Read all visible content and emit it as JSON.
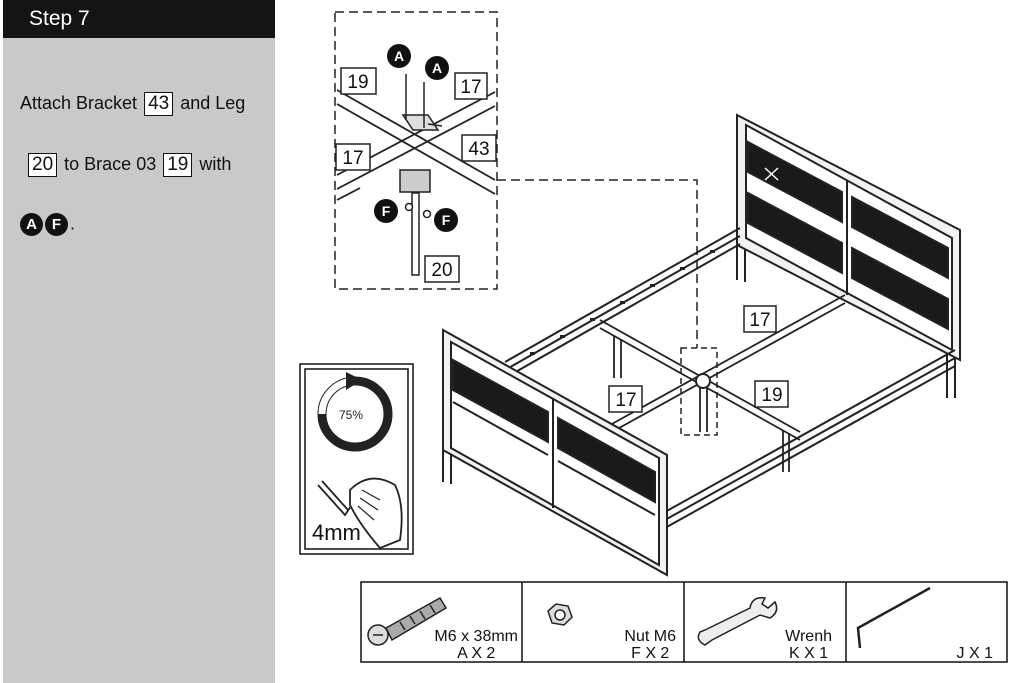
{
  "step": {
    "title": "Step 7"
  },
  "instructions": {
    "line1_pre": "Attach Bracket",
    "line1_part": "43",
    "line1_post": "and Leg",
    "line2_part": "20",
    "line2_mid": "to Brace 03",
    "line2_part2": "19",
    "line2_post": "with",
    "line3_badge1": "A",
    "line3_badge2": "F",
    "line3_post": "."
  },
  "detail": {
    "labels": {
      "p19": "19",
      "p17a": "17",
      "p17b": "17",
      "p43": "43",
      "p20": "20"
    },
    "badges": {
      "a1": "A",
      "a2": "A",
      "f1": "F",
      "f2": "F"
    }
  },
  "tool": {
    "percent": "75%",
    "wrench_size": "4mm"
  },
  "main": {
    "labels": {
      "p17a": "17",
      "p17b": "17",
      "p19": "19"
    }
  },
  "hardware": [
    {
      "name": "M6 x 38mm",
      "qty": "A X 2",
      "icon": "bolt-icon"
    },
    {
      "name": "Nut M6",
      "qty": "F X 2",
      "icon": "nut-icon"
    },
    {
      "name": "Wrenh",
      "qty": "K X 1",
      "icon": "wrench-icon"
    },
    {
      "name": "",
      "qty": "J X 1",
      "icon": "allen-key-icon"
    }
  ]
}
